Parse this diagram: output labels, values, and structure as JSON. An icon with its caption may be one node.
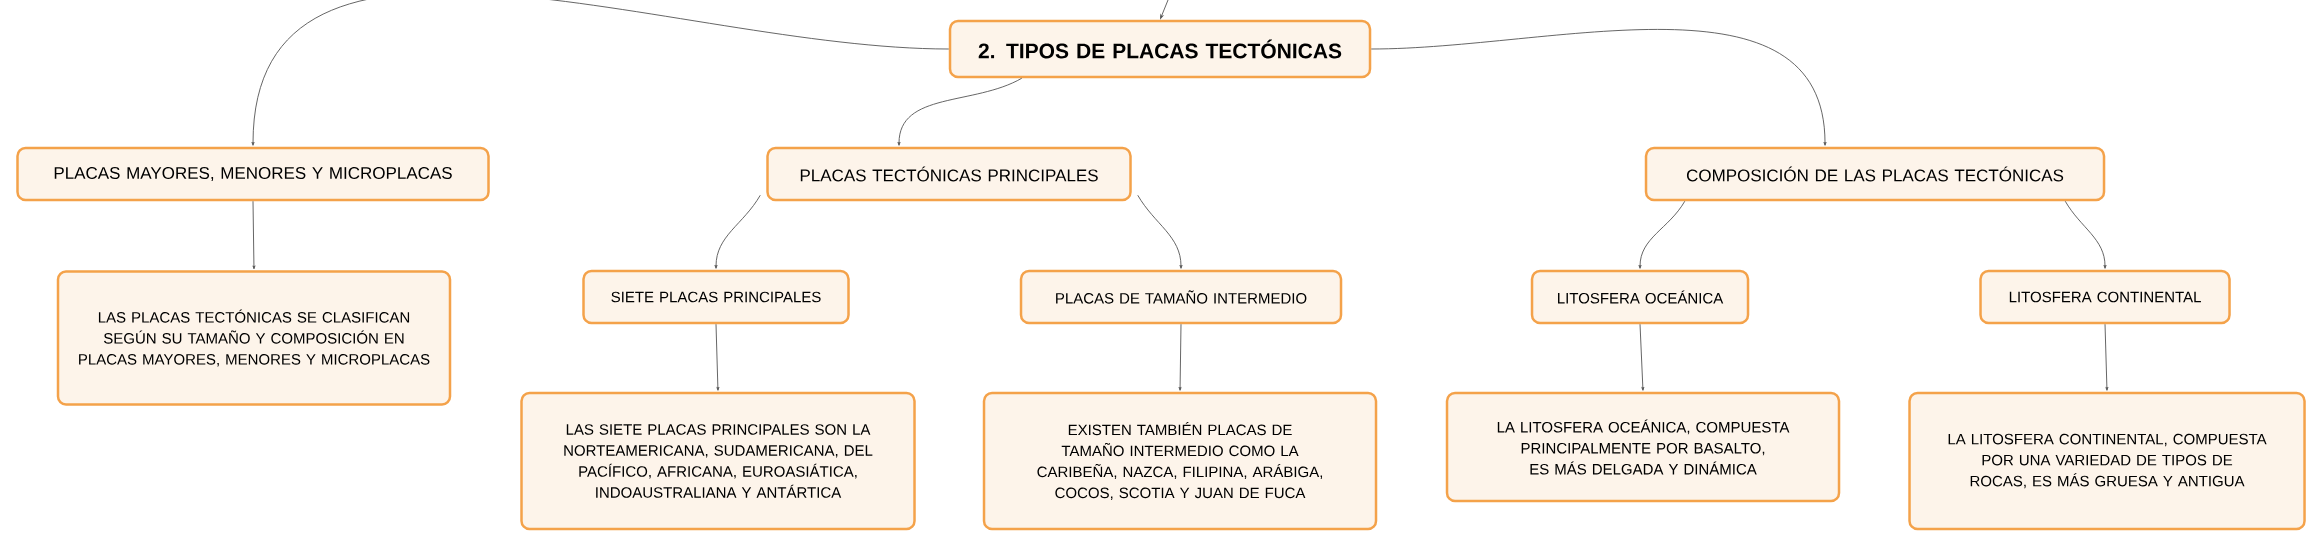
{
  "diagram": {
    "nodes": [
      {
        "text": [
          "2. TIPOS DE PLACAS TECTÓNICAS"
        ]
      },
      {
        "text": [
          "PLACAS MAYORES, MENORES Y MICROPLACAS"
        ]
      },
      {
        "text": [
          "PLACAS TECTÓNICAS PRINCIPALES"
        ]
      },
      {
        "text": [
          "COMPOSICIÓN DE LAS PLACAS TECTÓNICAS"
        ]
      },
      {
        "text": [
          "LAS PLACAS TECTÓNICAS SE CLASIFICAN SEGÚN SU TAMAÑO Y COMPOSICIÓN EN PLACAS MAYORES, MENORES Y MICROPLACAS"
        ]
      },
      {
        "text": [
          "SIETE PLACAS PRINCIPALES"
        ]
      },
      {
        "text": [
          "PLACAS DE TAMAÑO INTERMEDIO"
        ]
      },
      {
        "text": [
          "LAS SIETE PLACAS PRINCIPALES SON LA NORTEAMERICANA, SUDAMERICANA, DEL PACÍFICO, AFRICANA, EUROASIÁTICA, INDOAUSTRALIANA Y ANTÁRTICA"
        ]
      },
      {
        "text": [
          "EXISTEN TAMBIÉN PLACAS DE TAMAÑO INTERMEDIO COMO LA CARIBEÑA, NAZCA, FILIPINA, ARÁBIGA, COCOS, SCOTIA Y JUAN DE FUCA"
        ]
      },
      {
        "text": [
          "LITOSFERA OCEÁNICA"
        ]
      },
      {
        "text": [
          "LITOSFERA CONTINENTAL"
        ]
      },
      {
        "text": [
          "LA LITOSFERA OCEÁNICA, COMPUESTA PRINCIPALMENTE POR BASALTO, ES MÁS DELGADA Y DINÁMICA"
        ]
      },
      {
        "text": [
          "LA LITOSFERA CONTINENTAL, COMPUESTA POR UNA VARIEDAD DE TIPOS DE ROCAS, ES MÁS GRUESA Y ANTIGUA"
        ]
      }
    ],
    "edges": [
      {
        "from": null,
        "to": 0,
        "arrow": "to"
      },
      {
        "from": 0,
        "to": 1,
        "arrow": "to"
      },
      {
        "from": 0,
        "to": 2,
        "arrow": "to"
      },
      {
        "from": 0,
        "to": 3,
        "arrow": "to"
      },
      {
        "from": 1,
        "to": 4,
        "arrow": "to"
      },
      {
        "from": 2,
        "to": 5,
        "arrow": "to"
      },
      {
        "from": 2,
        "to": 6,
        "arrow": "to"
      },
      {
        "from": 3,
        "to": 9,
        "arrow": "to"
      },
      {
        "from": 3,
        "to": 10,
        "arrow": "to"
      },
      {
        "from": 5,
        "to": 7,
        "arrow": "to"
      },
      {
        "from": 6,
        "to": 8,
        "arrow": "to"
      },
      {
        "from": 9,
        "to": 11,
        "arrow": "to"
      },
      {
        "from": 10,
        "to": 12,
        "arrow": "to"
      }
    ]
  }
}
